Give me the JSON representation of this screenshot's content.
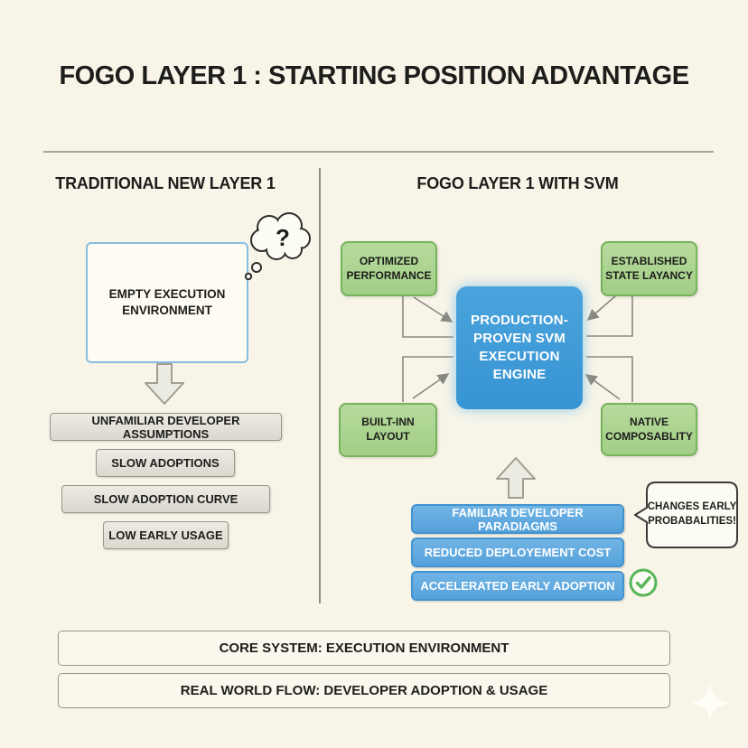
{
  "title": "FOGO LAYER 1 : STARTING POSITION ADVANTAGE",
  "left_panel": {
    "header": "TRADITIONAL NEW LAYER 1",
    "main_box": "EMPTY EXECUTION ENVIRONMENT",
    "items": [
      "UNFAMILIAR DEVELOPER ASSUMPTIONS",
      "SLOW ADOPTIONS",
      "SLOW ADOPTION CURVE",
      "LOW EARLY USAGE"
    ]
  },
  "right_panel": {
    "header": "FOGO LAYER 1 WITH SVM",
    "center_box": "PRODUCTION-PROVEN SVM EXECUTION ENGINE",
    "feature_boxes": [
      "OPTIMIZED PERFORMANCE",
      "ESTABLISHED STATE LAYANCY",
      "BUILT-INN LAYOUT",
      "NATIVE COMPOSABLITY"
    ],
    "benefit_bars": [
      "FAMILIAR DEVELOPER PARADIAGMS",
      "REDUCED DEPLOYEMENT COST",
      "ACCELERATED EARLY ADOPTION"
    ],
    "callout": "CHANGES EARLY PROBABALITIES!"
  },
  "footer_bars": [
    "CORE SYSTEM: EXECUTION ENVIRONMENT",
    "REAL WORLD FLOW: DEVELOPER ADOPTION & USAGE"
  ],
  "icons": {
    "question_mark": "?",
    "check": "check-circle",
    "sparkle": "four-point-star",
    "down_arrow": "down-arrow",
    "up_arrow": "up-arrow"
  },
  "colors": {
    "background": "#f8f5e8",
    "text": "#1d1d1b",
    "green_box_fill": "#abd290",
    "green_box_border": "#77b25c",
    "blue_center_fill": "#3f9bd7",
    "blue_bar_fill": "#61abdf",
    "blue_bar_border": "#4293d0",
    "gray_box_fill": "#e4e2d8",
    "gray_box_border": "#98968a",
    "empty_box_border": "#86bcdf",
    "check_green": "#57b657",
    "divider": "#8f8d83",
    "connector": "#8a887e"
  }
}
